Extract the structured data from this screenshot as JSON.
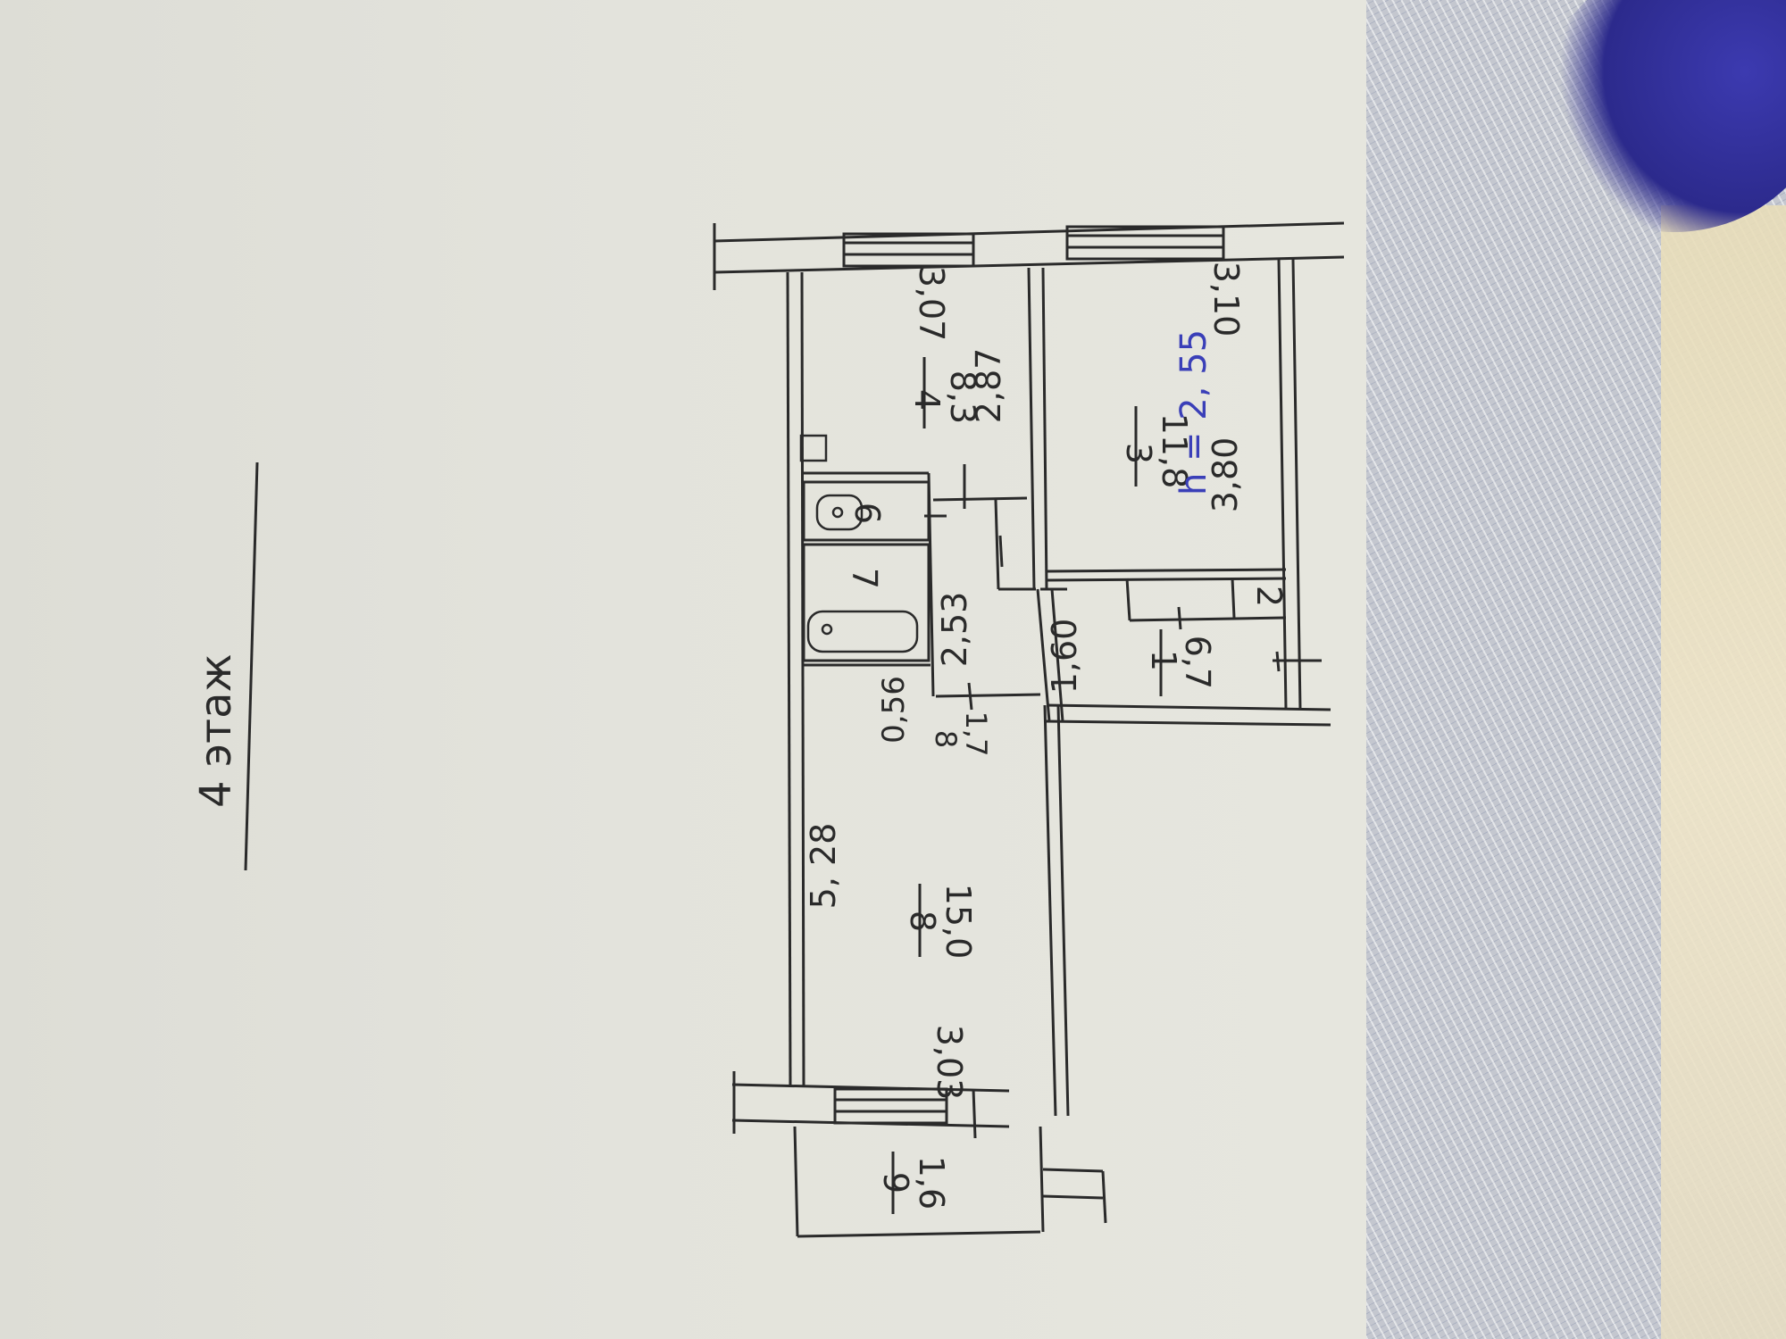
{
  "floor_label": "4 этаж",
  "rooms": [
    {
      "number": "1",
      "area": "6,7"
    },
    {
      "number": "3",
      "area": "11,8"
    },
    {
      "number": "4",
      "area": "8,3"
    },
    {
      "number": "7",
      "area": ""
    },
    {
      "number": "6",
      "area": ""
    },
    {
      "number": "8",
      "area": "15,0"
    },
    {
      "number": "9",
      "area": "1,6"
    },
    {
      "number": "2",
      "area": ""
    }
  ],
  "dimensions": {
    "room4_window": "3,07",
    "room4_side": "2,87",
    "room3_window": "3,10",
    "room3_side": "3,80",
    "room3_height_note": "h = 2, 55",
    "corridor": "2,53",
    "hall": "1,60",
    "room8_side": "5, 28",
    "room8_window": "3,03",
    "wall_gap": "0,56",
    "room8_corridor_number": "8",
    "room8_corridor_area": "1,7"
  },
  "colors": {
    "ink": "#2a2a2a",
    "blue_pen": "#3a3fb8",
    "paper": "#e3e3dc"
  }
}
